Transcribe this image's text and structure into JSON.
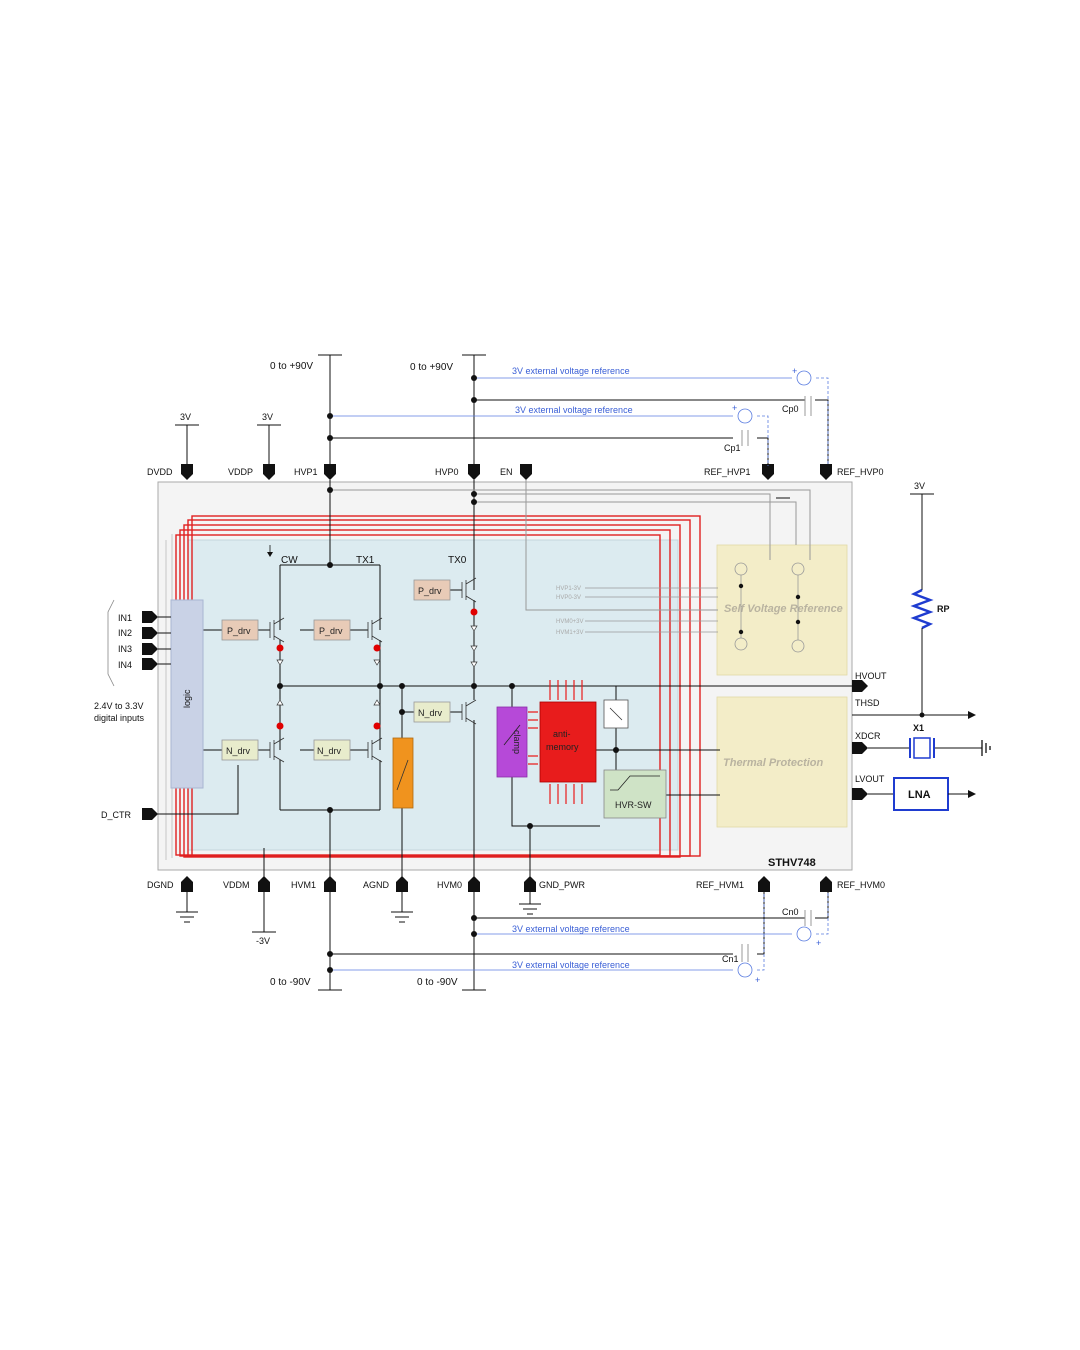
{
  "chip": {
    "name": "STHV748",
    "colors": {
      "package": "#f4f4f4",
      "core": "#dcebf0",
      "red_ring": "#e02020",
      "yellow": "#f3edc8"
    }
  },
  "supplies": {
    "hvp1_range": "0 to +90V",
    "hvp0_range": "0 to +90V",
    "hvm1_range": "0 to -90V",
    "hvm0_range": "0 to -90V",
    "dvdd_v": "3V",
    "vddp_v": "3V",
    "vddm_v": "-3V",
    "rp_supply_v": "3V"
  },
  "pins_top": {
    "dvdd": "DVDD",
    "vddp": "VDDP",
    "hvp1": "HVP1",
    "hvp0": "HVP0",
    "en": "EN",
    "ref_hvp1": "REF_HVP1",
    "ref_hvp0": "REF_HVP0"
  },
  "pins_bottom": {
    "dgnd": "DGND",
    "vddm": "VDDM",
    "hvm1": "HVM1",
    "agnd": "AGND",
    "hvm0": "HVM0",
    "gnd_pwr": "GND_PWR",
    "ref_hvm1": "REF_HVM1",
    "ref_hvm0": "REF_HVM0"
  },
  "pins_left": {
    "in1": "IN1",
    "in2": "IN2",
    "in3": "IN3",
    "in4": "IN4",
    "d_ctr": "D_CTR",
    "input_note_1": "2.4V to 3.3V",
    "input_note_2": "digital inputs"
  },
  "pins_right": {
    "hvout": "HVOUT",
    "thsd": "THSD",
    "xdcr": "XDCR",
    "lvout": "LVOUT"
  },
  "ext_ref": {
    "hvp0": "3V external voltage reference",
    "hvp1": "3V external voltage reference",
    "hvm0": "3V external voltage reference",
    "hvm1": "3V external voltage reference"
  },
  "caps": {
    "cp0": "Cp0",
    "cp1": "Cp1",
    "cn0": "Cn0",
    "cn1": "Cn1"
  },
  "blocks": {
    "logic": "logic",
    "cw": "CW",
    "tx1": "TX1",
    "tx0": "TX0",
    "p_drv": "P_drv",
    "n_drv": "N_drv",
    "clamp": "clamp",
    "anti_memory_1": "anti-",
    "anti_memory_2": "memory",
    "hvr_sw": "HVR-SW",
    "self_ref": "Self Voltage Reference",
    "thermal": "Thermal Protection",
    "lna": "LNA",
    "x1": "X1",
    "rp": "RP"
  },
  "self_ref_labels": {
    "hvp1": "HVP1-3V",
    "hvp0": "HVP0-3V",
    "hvm0": "HVM0+3V",
    "hvm1": "HVM1+3V"
  }
}
